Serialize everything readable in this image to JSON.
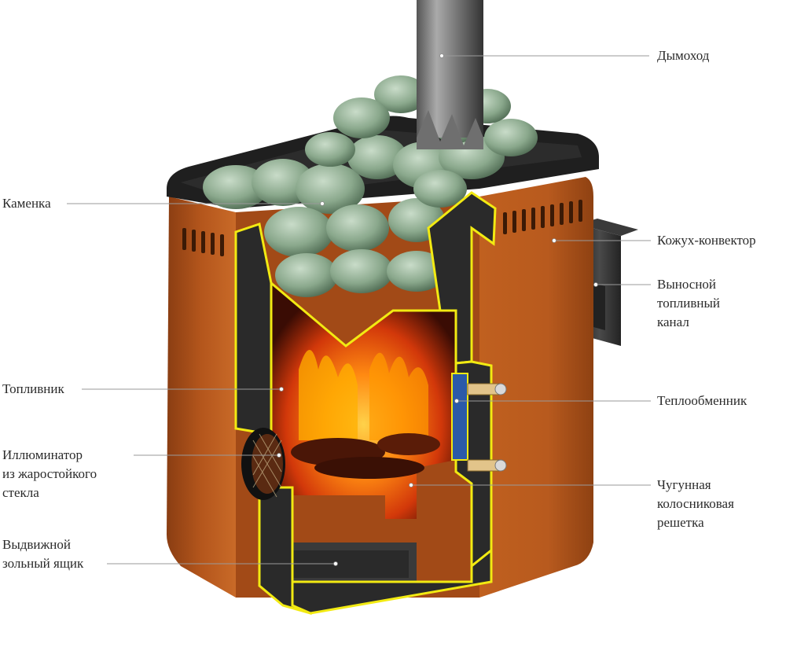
{
  "labels": {
    "chimney": [
      "Дымоход"
    ],
    "heater_stones": [
      "Каменка"
    ],
    "convector_casing": [
      "Кожух-конвектор"
    ],
    "remote_fuel_channel": [
      "Выносной",
      "топливный",
      "канал"
    ],
    "firebox": [
      "Топливник"
    ],
    "heat_exchanger": [
      "Теплообменник"
    ],
    "porthole": [
      "Иллюминатор",
      "из жаростойкого",
      "стекла"
    ],
    "grate": [
      "Чугунная",
      "колосниковая",
      "решетка"
    ],
    "ash_drawer": [
      "Выдвижной",
      "зольный ящик"
    ]
  },
  "colors": {
    "casing": "#b85a1e",
    "casing_dark": "#7a3710",
    "steel": "#2a2a2a",
    "stones": "#8fae92",
    "cut_edge": "#f2ea12",
    "fire": "#ff7a10"
  }
}
